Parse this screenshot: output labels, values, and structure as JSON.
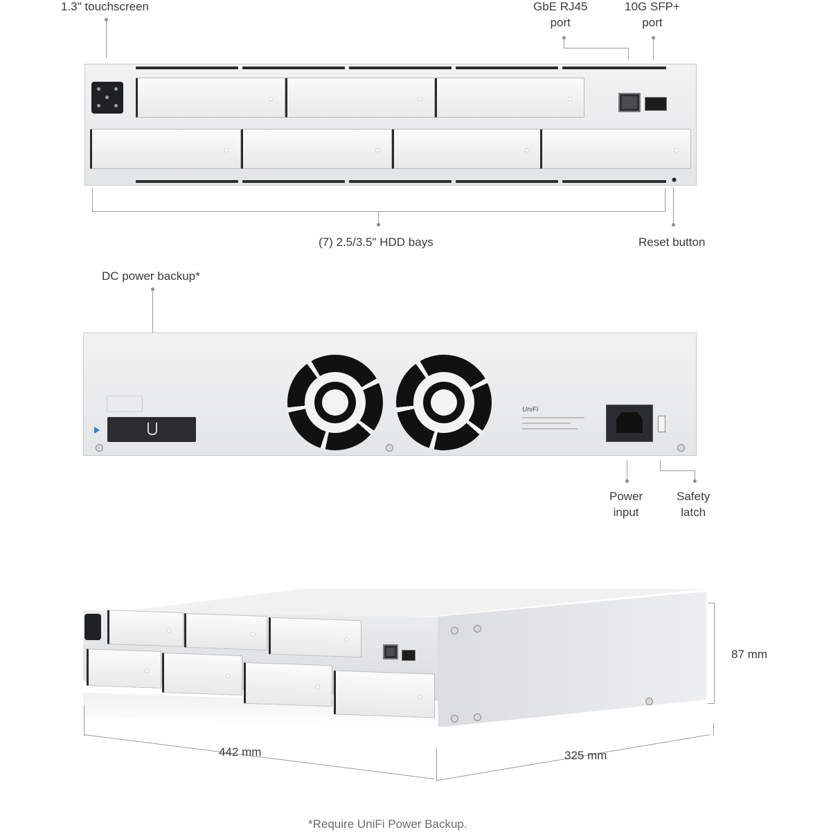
{
  "front": {
    "touchscreen_label": "1.3\" touchscreen",
    "rj45_label": [
      "GbE RJ45",
      "port"
    ],
    "sfp_label": [
      "10G SFP+",
      "port"
    ],
    "hdd_label": "(7) 2.5/3.5\" HDD bays",
    "reset_label": "Reset button"
  },
  "rear": {
    "dc_label": "DC power backup*",
    "power_label": [
      "Power",
      "input"
    ],
    "latch_label": [
      "Safety",
      "latch"
    ]
  },
  "dimensions": {
    "height": "87 mm",
    "width": "442 mm",
    "depth": "325 mm"
  },
  "footnote": "*Require UniFi Power Backup.",
  "colors": {
    "chassis": "#e8e9eb",
    "accent_dark": "#1f2124"
  }
}
